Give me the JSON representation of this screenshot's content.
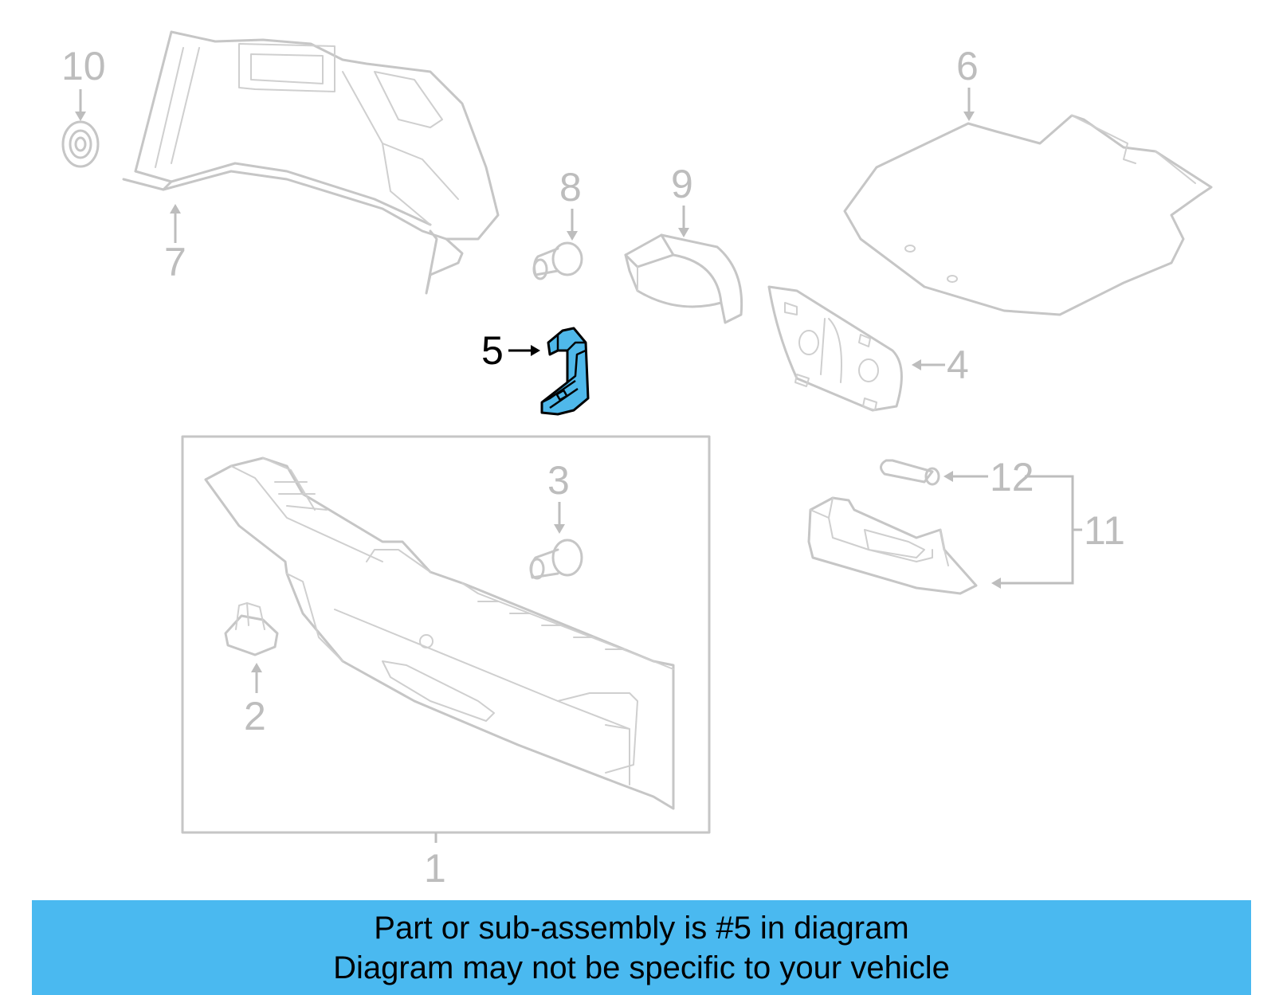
{
  "diagram": {
    "callouts": [
      {
        "id": "1",
        "label": "1"
      },
      {
        "id": "2",
        "label": "2"
      },
      {
        "id": "3",
        "label": "3"
      },
      {
        "id": "4",
        "label": "4"
      },
      {
        "id": "5",
        "label": "5",
        "highlighted": true
      },
      {
        "id": "6",
        "label": "6"
      },
      {
        "id": "7",
        "label": "7"
      },
      {
        "id": "8",
        "label": "8"
      },
      {
        "id": "9",
        "label": "9"
      },
      {
        "id": "10",
        "label": "10"
      },
      {
        "id": "11",
        "label": "11"
      },
      {
        "id": "12",
        "label": "12"
      }
    ],
    "highlight_color": "#4fb8ea",
    "part_color": "#c6c6c6"
  },
  "banner": {
    "line1": "Part or sub-assembly is #5 in diagram",
    "line2": "Diagram may not be specific to your vehicle",
    "background": "#4ab9f0"
  }
}
